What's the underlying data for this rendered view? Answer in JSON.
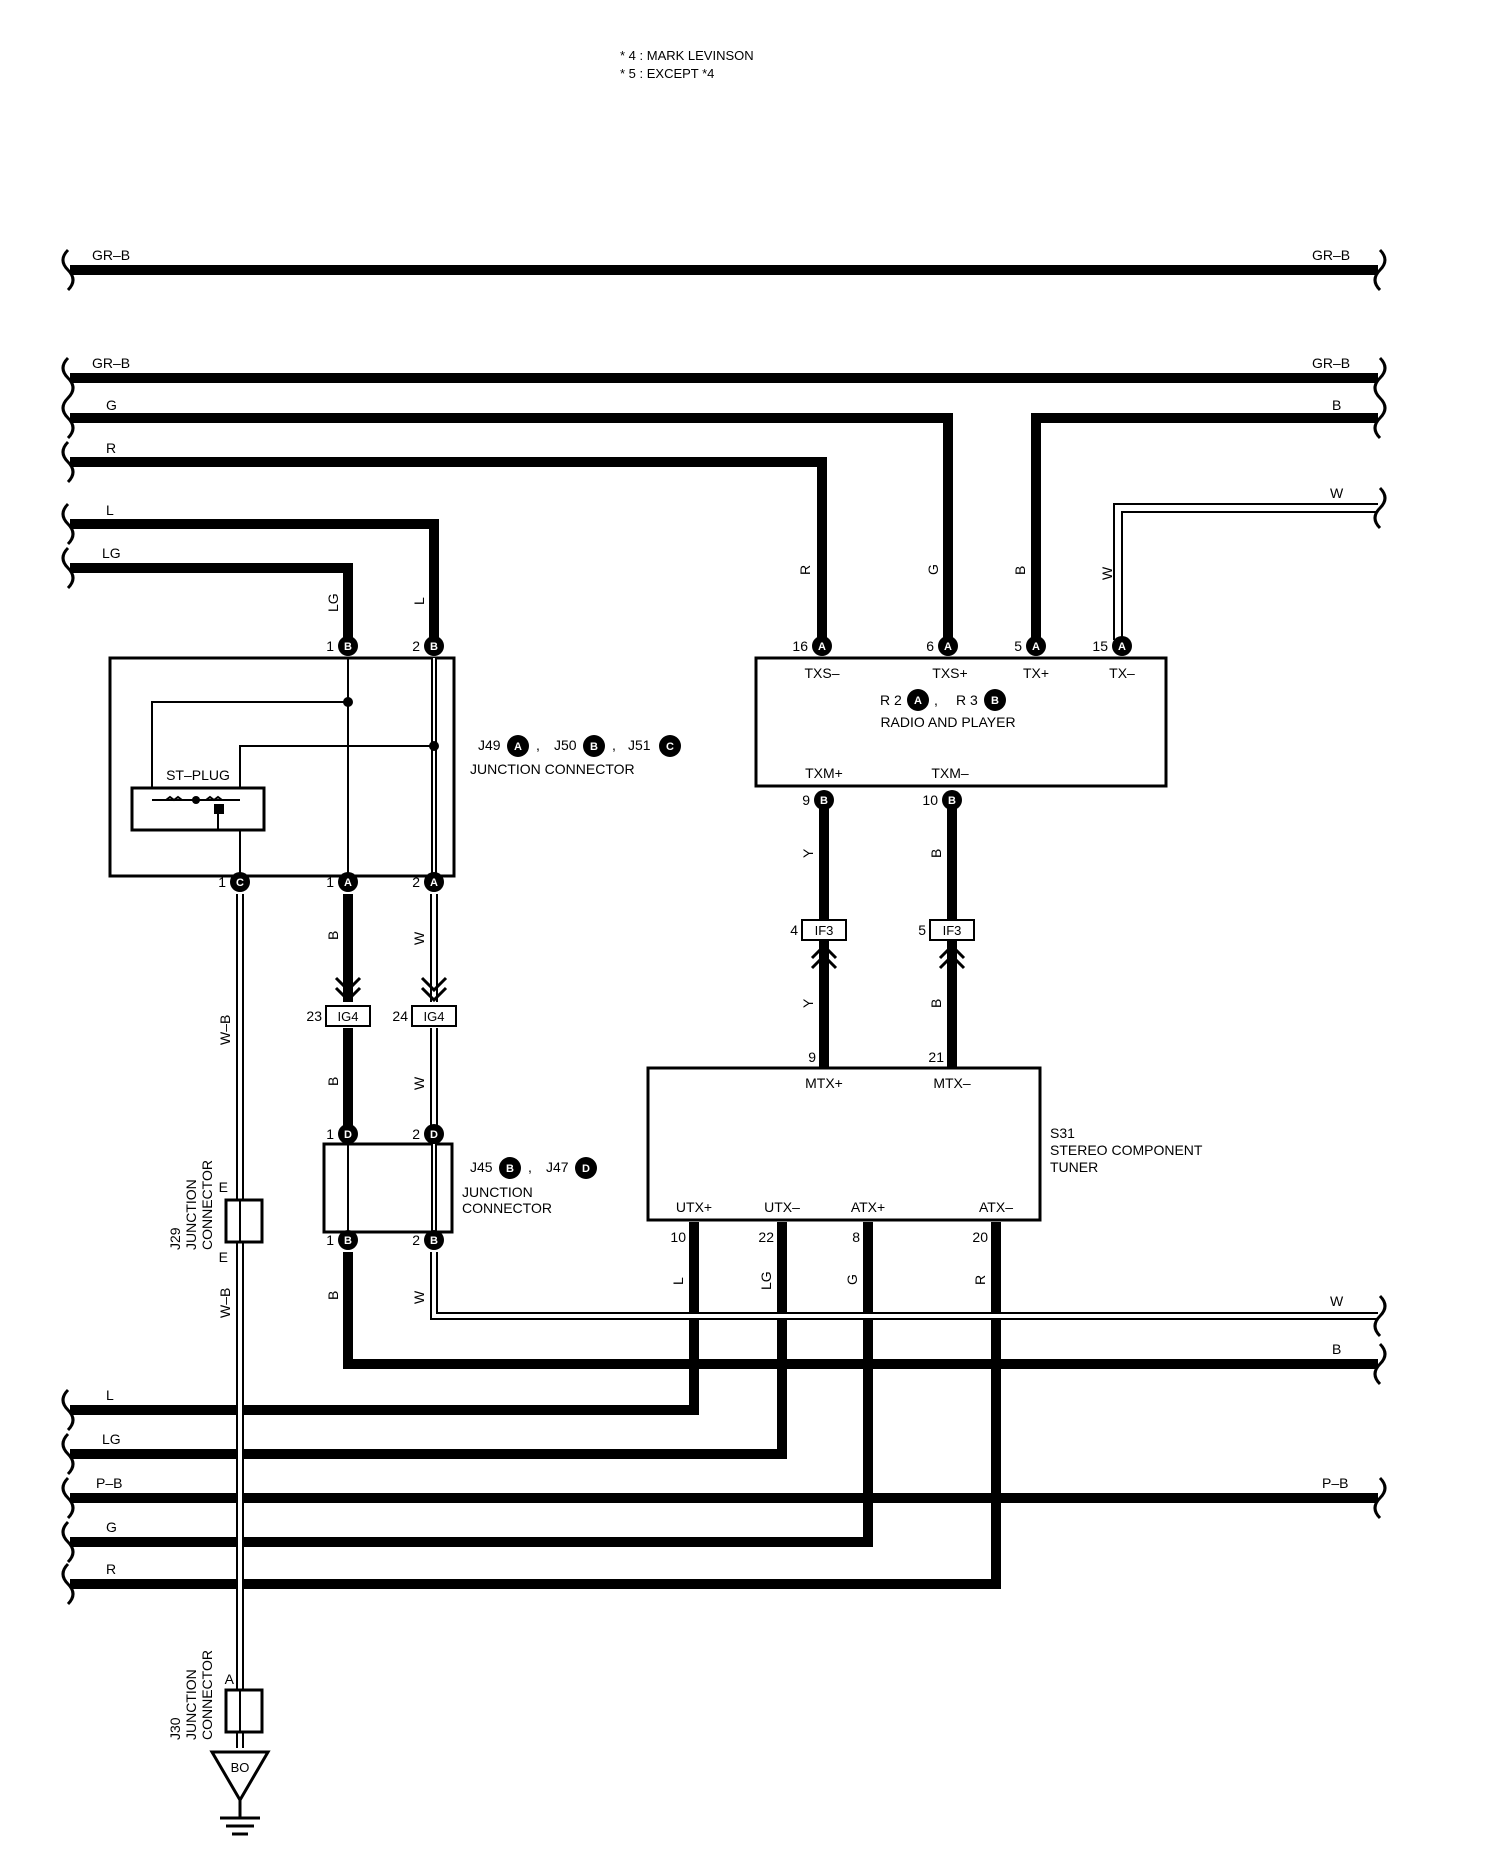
{
  "notes": [
    "* 4 : MARK LEVINSON",
    "* 5 : EXCEPT *4"
  ],
  "top_wires": {
    "w1_left": "GR–B",
    "w1_right": "GR–B",
    "w2_left": "GR–B",
    "w2_right": "GR–B",
    "w3_left": "G",
    "w3_right": "B",
    "w4_left": "R",
    "w5_right": "W",
    "w6_left": "L",
    "w7_left": "LG"
  },
  "bottom_wires": {
    "w_right": "W",
    "b_right": "B",
    "l_left": "L",
    "lg_left": "LG",
    "pb_left": "P–B",
    "pb_right": "P–B",
    "g_left": "G",
    "r_left": "R"
  },
  "vertical_labels": {
    "r_top": "R",
    "g_top": "G",
    "b_top": "B",
    "w_top": "W",
    "lg_top": "LG",
    "l_top": "L",
    "y1": "Y",
    "b1": "B",
    "y2": "Y",
    "b2": "B",
    "b_ig4_top": "B",
    "w_ig4_top": "W",
    "b_ig4_bot": "B",
    "w_ig4_bot": "W",
    "wb1": "W–B",
    "wb2": "W–B",
    "b_j45": "B",
    "w_j45": "W",
    "l_s31": "L",
    "lg_s31": "LG",
    "g_s31": "G",
    "r_s31": "R"
  },
  "junction_j49": {
    "refs": [
      "J49",
      "J50",
      "J51"
    ],
    "ref_letters": [
      "A",
      "B",
      "C"
    ],
    "name": "JUNCTION CONNECTOR",
    "st_plug": "ST–PLUG",
    "pins_top": [
      {
        "num": "1",
        "letter": "B"
      },
      {
        "num": "2",
        "letter": "B"
      }
    ],
    "pins_bottom": [
      {
        "num": "1",
        "letter": "C"
      },
      {
        "num": "1",
        "letter": "A"
      },
      {
        "num": "2",
        "letter": "A"
      }
    ]
  },
  "radio": {
    "title": "RADIO AND PLAYER",
    "refs": [
      "R 2",
      "R 3"
    ],
    "ref_letters": [
      "A",
      "B"
    ],
    "pins_top": [
      {
        "num": "16",
        "letter": "A",
        "label": "TXS–"
      },
      {
        "num": "6",
        "letter": "A",
        "label": "TXS+"
      },
      {
        "num": "5",
        "letter": "A",
        "label": "TX+"
      },
      {
        "num": "15",
        "letter": "A",
        "label": "TX–"
      }
    ],
    "pins_bottom": [
      {
        "num": "9",
        "letter": "B",
        "label": "TXM+"
      },
      {
        "num": "10",
        "letter": "B",
        "label": "TXM–"
      }
    ]
  },
  "if3": [
    {
      "num": "4",
      "label": "IF3"
    },
    {
      "num": "5",
      "label": "IF3"
    }
  ],
  "ig4": [
    {
      "num": "23",
      "label": "IG4"
    },
    {
      "num": "24",
      "label": "IG4"
    }
  ],
  "junction_j45": {
    "refs": [
      "J45",
      "J47"
    ],
    "ref_letters": [
      "B",
      "D"
    ],
    "name_line1": "JUNCTION",
    "name_line2": "CONNECTOR",
    "pins_top": [
      {
        "num": "1",
        "letter": "D"
      },
      {
        "num": "2",
        "letter": "D"
      }
    ],
    "pins_bottom": [
      {
        "num": "1",
        "letter": "B"
      },
      {
        "num": "2",
        "letter": "B"
      }
    ]
  },
  "tuner": {
    "ref": "S31",
    "name_line1": "STEREO COMPONENT",
    "name_line2": "TUNER",
    "pins_top": [
      {
        "num": "9",
        "label": "MTX+"
      },
      {
        "num": "21",
        "label": "MTX–"
      }
    ],
    "pins_bottom": [
      {
        "num": "10",
        "label": "UTX+"
      },
      {
        "num": "22",
        "label": "UTX–"
      },
      {
        "num": "8",
        "label": "ATX+"
      },
      {
        "num": "20",
        "label": "ATX–"
      }
    ]
  },
  "j29": {
    "ref": "J29",
    "name_line1": "JUNCTION",
    "name_line2": "CONNECTOR",
    "pin_top": "E",
    "pin_bottom": "E"
  },
  "j30": {
    "ref": "J30",
    "name_line1": "JUNCTION",
    "name_line2": "CONNECTOR",
    "pin": "A"
  },
  "ground": {
    "label": "BO"
  }
}
